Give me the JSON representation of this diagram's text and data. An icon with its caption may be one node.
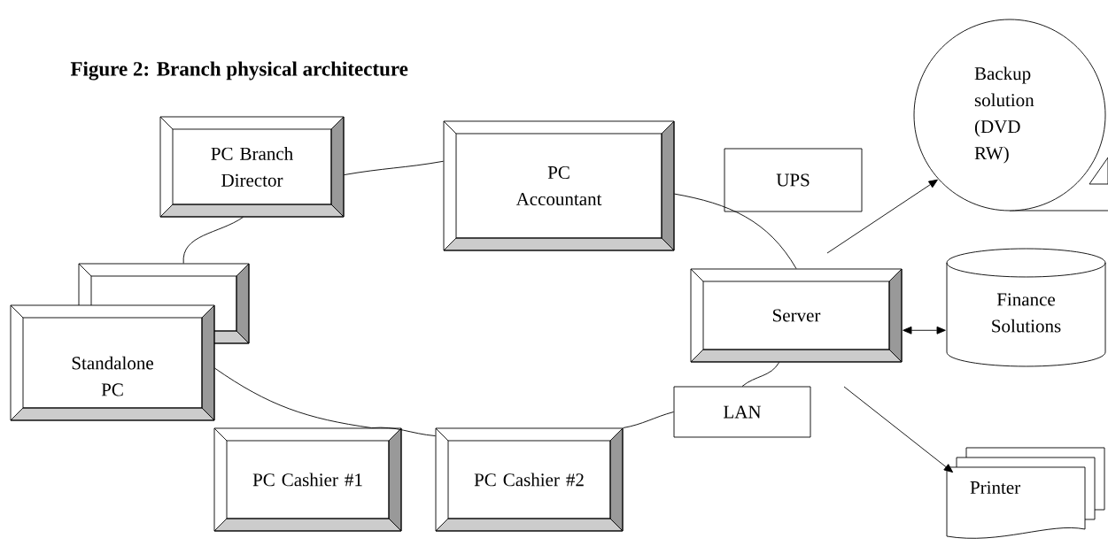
{
  "diagram": {
    "title": "Figure 2: Branch physical architecture",
    "nodes": [
      {
        "text": [
          "PC Branch Director"
        ]
      },
      {
        "text": [
          "PC Accountant"
        ]
      },
      {
        "text": [
          "UPS"
        ]
      },
      {
        "text": [
          "Backup solution (DVD RW)"
        ]
      },
      {
        "text": [],
        "shape": "box"
      },
      {
        "text": [
          "Standalone PC"
        ]
      },
      {
        "text": [
          "Server"
        ]
      },
      {
        "text": [
          "Finance Solutions"
        ]
      },
      {
        "text": [
          "LAN"
        ]
      },
      {
        "text": [
          "PC Cashier #1"
        ]
      },
      {
        "text": [
          "PC Cashier #2"
        ]
      },
      {
        "text": [
          "Printer"
        ]
      }
    ],
    "edges": [
      {
        "from": 0,
        "to": 1,
        "arrow": "none"
      },
      {
        "from": 1,
        "to": 6,
        "arrow": "none"
      },
      {
        "from": 6,
        "to": 8,
        "arrow": "none"
      },
      {
        "from": 8,
        "to": 10,
        "arrow": "none"
      },
      {
        "from": 10,
        "to": 9,
        "arrow": "none"
      },
      {
        "from": 9,
        "to": 5,
        "arrow": "none"
      },
      {
        "from": 4,
        "to": 0,
        "arrow": "none"
      },
      {
        "from": null,
        "to": 3,
        "arrow": "to"
      },
      {
        "from": 6,
        "to": 7,
        "arrow": "both"
      },
      {
        "from": null,
        "to": 11,
        "arrow": "to"
      }
    ]
  }
}
